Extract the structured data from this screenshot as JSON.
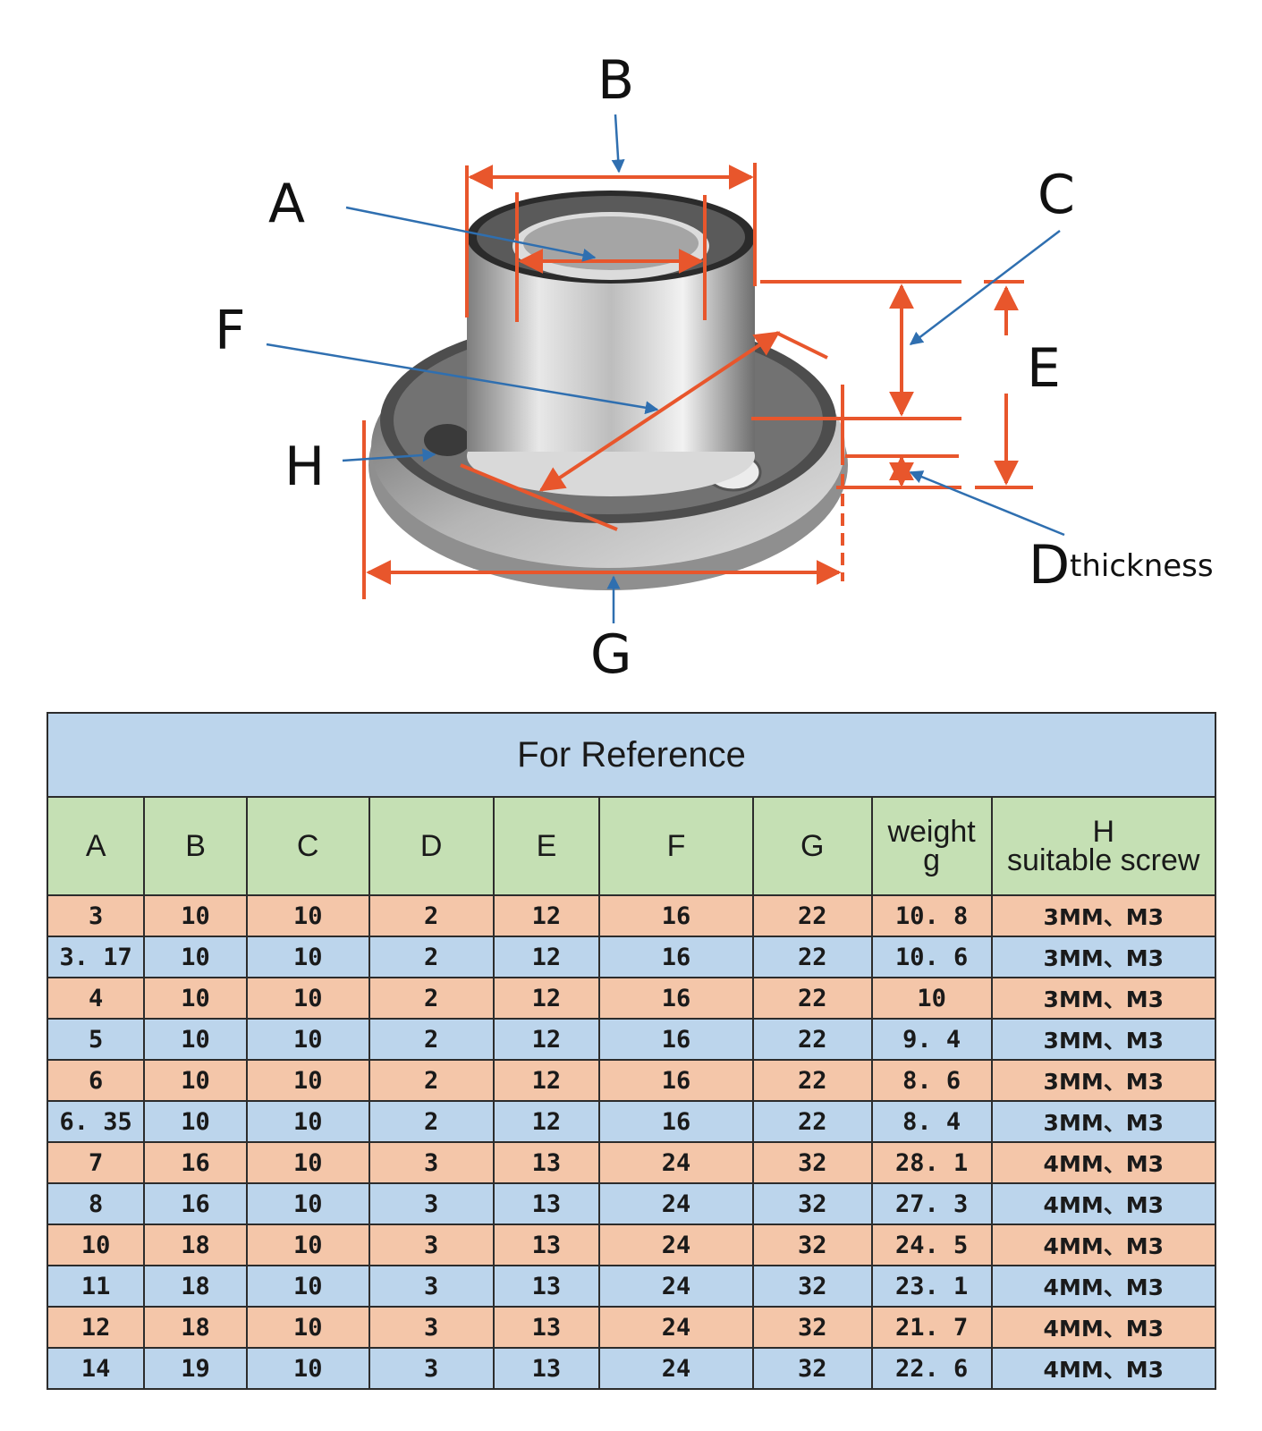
{
  "diagram": {
    "labels": {
      "A": "A",
      "B": "B",
      "C": "C",
      "E": "E",
      "F": "F",
      "G": "G",
      "H": "H",
      "D": "D",
      "D_suffix": "thickness"
    },
    "colors": {
      "dimension_line": "#e8562c",
      "leader_line": "#2f6fb0",
      "part_metal": "#c9c9c9"
    }
  },
  "table": {
    "title": "For Reference",
    "headers": [
      {
        "line1": "A",
        "line2": ""
      },
      {
        "line1": "B",
        "line2": ""
      },
      {
        "line1": "C",
        "line2": ""
      },
      {
        "line1": "D",
        "line2": ""
      },
      {
        "line1": "E",
        "line2": ""
      },
      {
        "line1": "F",
        "line2": ""
      },
      {
        "line1": "G",
        "line2": ""
      },
      {
        "line1": "weight",
        "line2": "g"
      },
      {
        "line1": "H",
        "line2": "suitable screw"
      }
    ],
    "rows": [
      [
        "3",
        "10",
        "10",
        "2",
        "12",
        "16",
        "22",
        "10. 8",
        "3MM、M3"
      ],
      [
        "3. 17",
        "10",
        "10",
        "2",
        "12",
        "16",
        "22",
        "10. 6",
        "3MM、M3"
      ],
      [
        "4",
        "10",
        "10",
        "2",
        "12",
        "16",
        "22",
        "10",
        "3MM、M3"
      ],
      [
        "5",
        "10",
        "10",
        "2",
        "12",
        "16",
        "22",
        "9. 4",
        "3MM、M3"
      ],
      [
        "6",
        "10",
        "10",
        "2",
        "12",
        "16",
        "22",
        "8. 6",
        "3MM、M3"
      ],
      [
        "6. 35",
        "10",
        "10",
        "2",
        "12",
        "16",
        "22",
        "8. 4",
        "3MM、M3"
      ],
      [
        "7",
        "16",
        "10",
        "3",
        "13",
        "24",
        "32",
        "28. 1",
        "4MM、M3"
      ],
      [
        "8",
        "16",
        "10",
        "3",
        "13",
        "24",
        "32",
        "27. 3",
        "4MM、M3"
      ],
      [
        "10",
        "18",
        "10",
        "3",
        "13",
        "24",
        "32",
        "24. 5",
        "4MM、M3"
      ],
      [
        "11",
        "18",
        "10",
        "3",
        "13",
        "24",
        "32",
        "23. 1",
        "4MM、M3"
      ],
      [
        "12",
        "18",
        "10",
        "3",
        "13",
        "24",
        "32",
        "21. 7",
        "4MM、M3"
      ],
      [
        "14",
        "19",
        "10",
        "3",
        "13",
        "24",
        "32",
        "22. 6",
        "4MM、M3"
      ]
    ],
    "row_colors": {
      "odd": "#f4c6a9",
      "even": "#bcd5ec"
    }
  }
}
